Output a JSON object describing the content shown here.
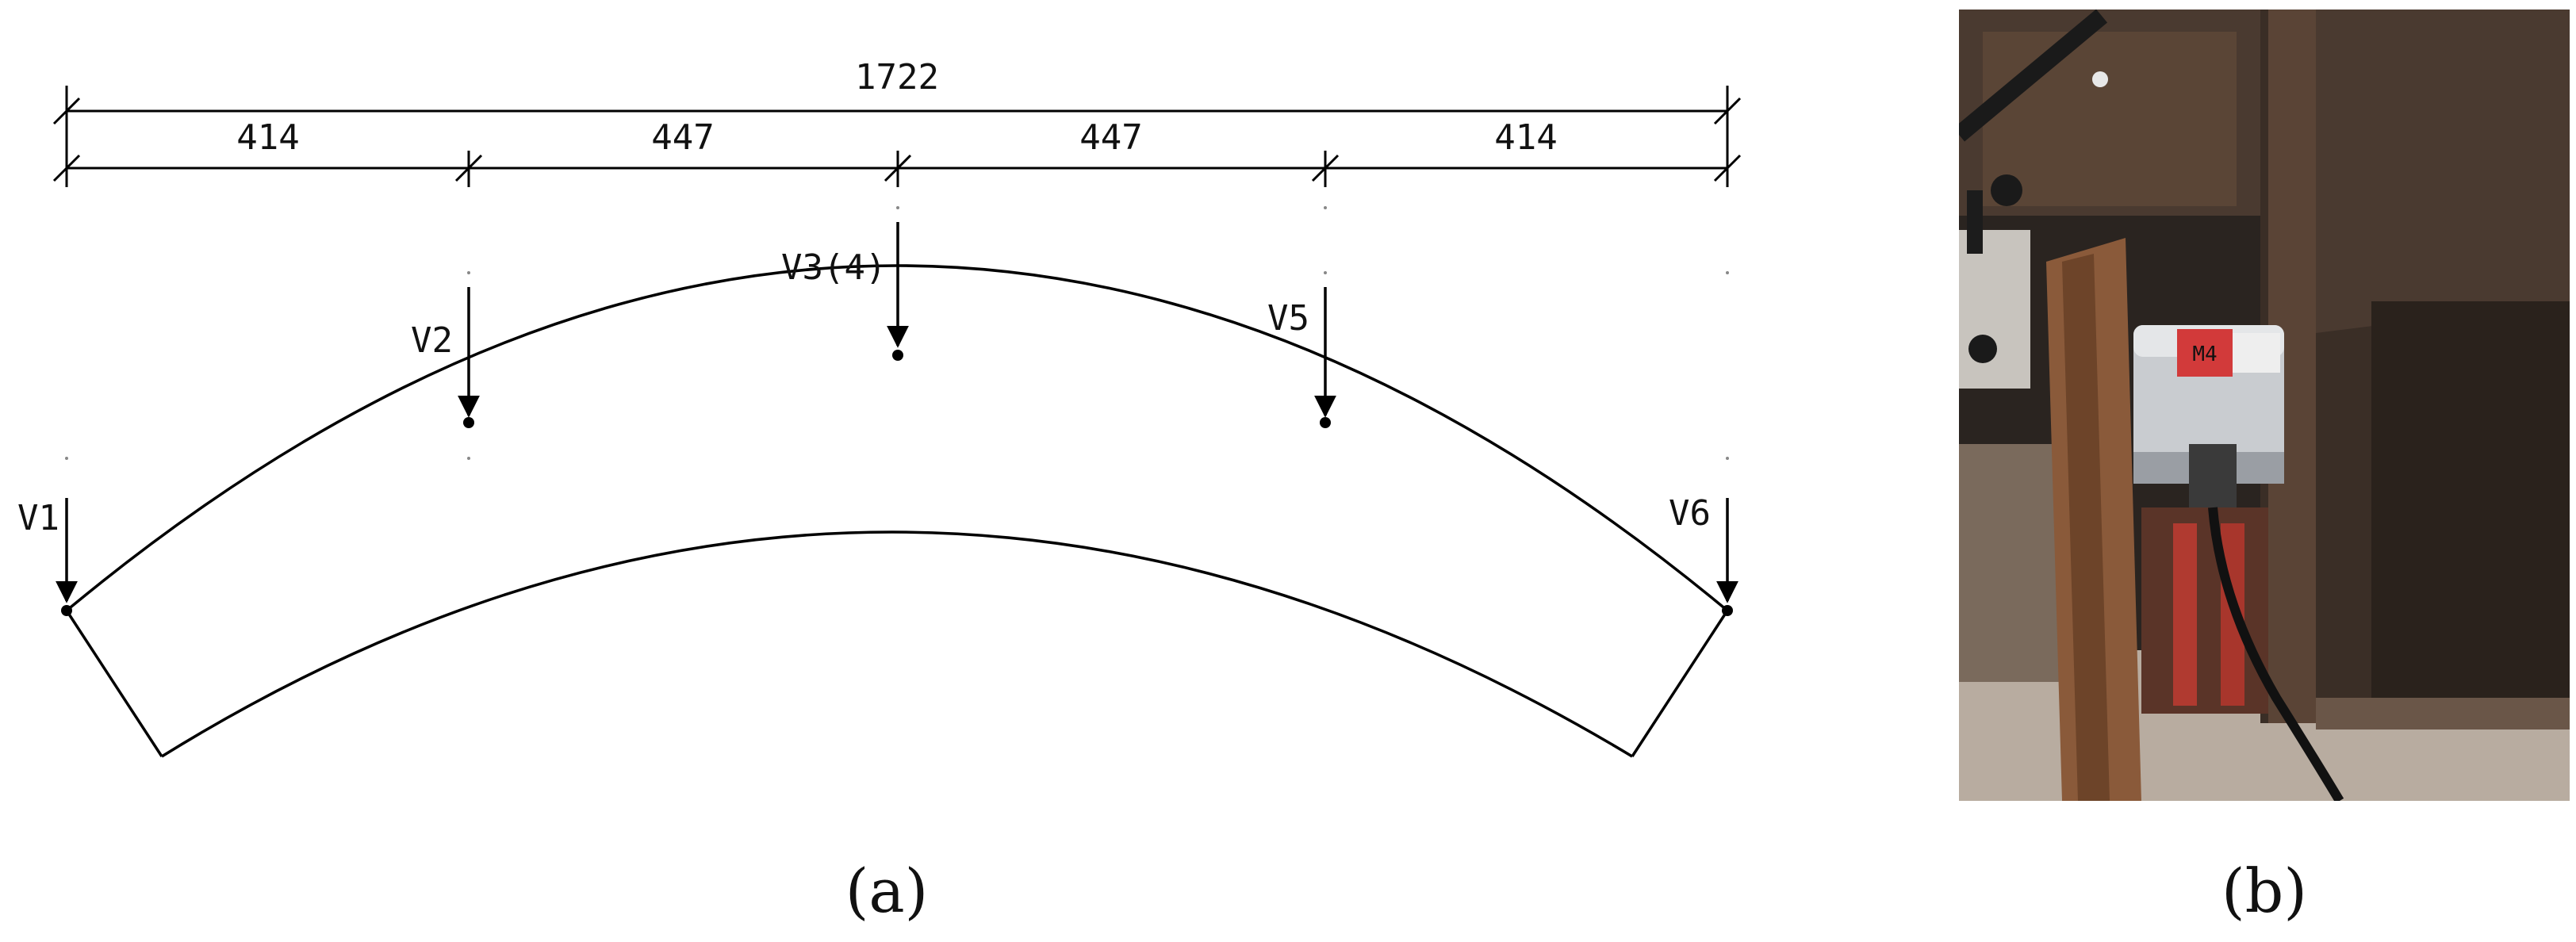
{
  "panel_a": {
    "caption": "(a)",
    "dimensions": {
      "total": "1722",
      "segments": [
        "414",
        "447",
        "447",
        "414"
      ]
    },
    "loads": [
      {
        "label": "V1"
      },
      {
        "label": "V2"
      },
      {
        "label": "V3(4)"
      },
      {
        "label": "V5"
      },
      {
        "label": "V6"
      }
    ]
  },
  "panel_b": {
    "caption": "(b)",
    "photo": "load cell mounted between steel plates on test frame",
    "sensor_tag": "M4"
  },
  "colors": {
    "line": "#000000",
    "steel_dark": "#3a2e26",
    "rust": "#8a5a3a",
    "sensor": "#c9ccd0",
    "tag_red": "#d23a3a",
    "concrete": "#b8aca0"
  }
}
